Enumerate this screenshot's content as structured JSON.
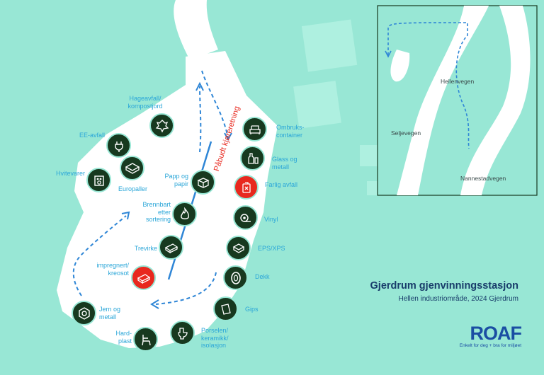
{
  "map": {
    "title": "Gjerdrum gjenvinningsstasjon",
    "subtitle": "Hellen industriområde, 2024 Gjerdrum",
    "direction_label": "Påbudt kjøreretning",
    "colors": {
      "background": "#98e7d5",
      "site": "#ffffff",
      "station": "#17391f",
      "hazard": "#e8281e",
      "label": "#2aa6d8",
      "path": "#2f86d6"
    },
    "stations": [
      {
        "id": "hageavfall",
        "label": "Hageavfall/\nkompostjord",
        "icon": "leaf-icon",
        "hazard": false
      },
      {
        "id": "ee-avfall",
        "label": "EE-avfall",
        "icon": "plug-icon",
        "hazard": false
      },
      {
        "id": "hvitevarer",
        "label": "Hvitevarer",
        "icon": "stove-icon",
        "hazard": false
      },
      {
        "id": "europaller",
        "label": "Europaller",
        "icon": "pallet-icon",
        "hazard": false
      },
      {
        "id": "papp",
        "label": "Papp og\npapir",
        "icon": "box-icon",
        "hazard": false
      },
      {
        "id": "brennbart",
        "label": "Brennbart\netter\nsortering",
        "icon": "flame-icon",
        "hazard": false
      },
      {
        "id": "trevirke",
        "label": "Trevirke",
        "icon": "plank-icon",
        "hazard": false
      },
      {
        "id": "impregnert",
        "label": "impregnert/\nkreosot",
        "icon": "treated-wood-icon",
        "hazard": true
      },
      {
        "id": "jern",
        "label": "Jern og\nmetall",
        "icon": "nut-icon",
        "hazard": false
      },
      {
        "id": "hardplast",
        "label": "Hard-\nplast",
        "icon": "chair-icon",
        "hazard": false
      },
      {
        "id": "porselen",
        "label": "Porselen/\nkeramikk/\nisolasjon",
        "icon": "toilet-icon",
        "hazard": false
      },
      {
        "id": "gips",
        "label": "Gips",
        "icon": "board-icon",
        "hazard": false
      },
      {
        "id": "dekk",
        "label": "Dekk",
        "icon": "tire-icon",
        "hazard": false
      },
      {
        "id": "eps",
        "label": "EPS/XPS",
        "icon": "foam-icon",
        "hazard": false
      },
      {
        "id": "vinyl",
        "label": "Vinyl",
        "icon": "roll-icon",
        "hazard": false
      },
      {
        "id": "farlig",
        "label": "Farlig avfall",
        "icon": "hazard-can-icon",
        "hazard": true
      },
      {
        "id": "glass",
        "label": "Glass og\nmetall",
        "icon": "bottle-icon",
        "hazard": false
      },
      {
        "id": "ombruk",
        "label": "Ombruks-\ncontainer",
        "icon": "armchair-icon",
        "hazard": false
      }
    ]
  },
  "inset": {
    "roads": [
      "Hellenvegen",
      "Seljevegen",
      "Nannestadvegen"
    ]
  },
  "logo": {
    "wordmark": "ROAF",
    "tagline": "Enkelt for deg + bra for miljøet"
  }
}
